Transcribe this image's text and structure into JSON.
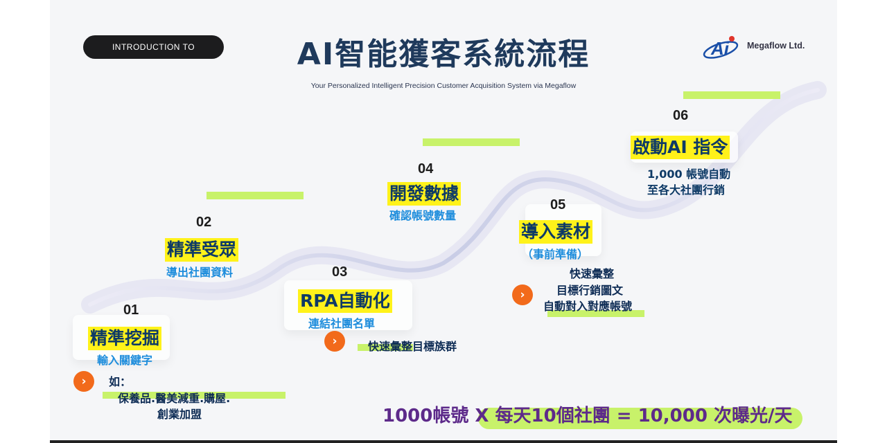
{
  "header": {
    "pill_label": "INTRODUCTION TO",
    "title": "AI智能獲客系統流程",
    "subtitle": "Your Personalized Intelligent Precision Customer Acquisition System via Megaflow",
    "logo_mark": "Ai",
    "logo_text": "Megaflow Ltd."
  },
  "steps": [
    {
      "num": "01",
      "title": "精準挖掘",
      "sub": "輸入關鍵字"
    },
    {
      "num": "02",
      "title": "精準受眾",
      "sub": "導出社團資料"
    },
    {
      "num": "03",
      "title": "RPA自動化",
      "sub": "連結社團名單"
    },
    {
      "num": "04",
      "title": "開發數據",
      "sub": "確認帳號數量"
    },
    {
      "num": "05",
      "title": "導入素材",
      "sub": "（事前準備）"
    },
    {
      "num": "06",
      "title": "啟動AI 指令",
      "sub1": "1,000 帳號自動",
      "sub2": "至各大社團行銷"
    }
  ],
  "notes": {
    "step1_label": "如：",
    "step1_line1": "保養品.醫美減重.購屋.",
    "step1_line2": "創業加盟",
    "step3": "快速彙整目標族群",
    "step5_line1": "快速彙整",
    "step5_line2": "目標行銷圖文",
    "step5_line3": "自動對入對應帳號"
  },
  "footer": {
    "equation": "1000帳號 X 每天10個社團 = 10,000 次曝光/天"
  },
  "colors": {
    "title": "#1f3a5c",
    "highlight_yellow": "#fff21a",
    "accent_green": "#c8f26a",
    "accent_orange": "#f26a1b",
    "sub_blue": "#1e8ddc",
    "equation_purple": "#5d2a8a"
  }
}
